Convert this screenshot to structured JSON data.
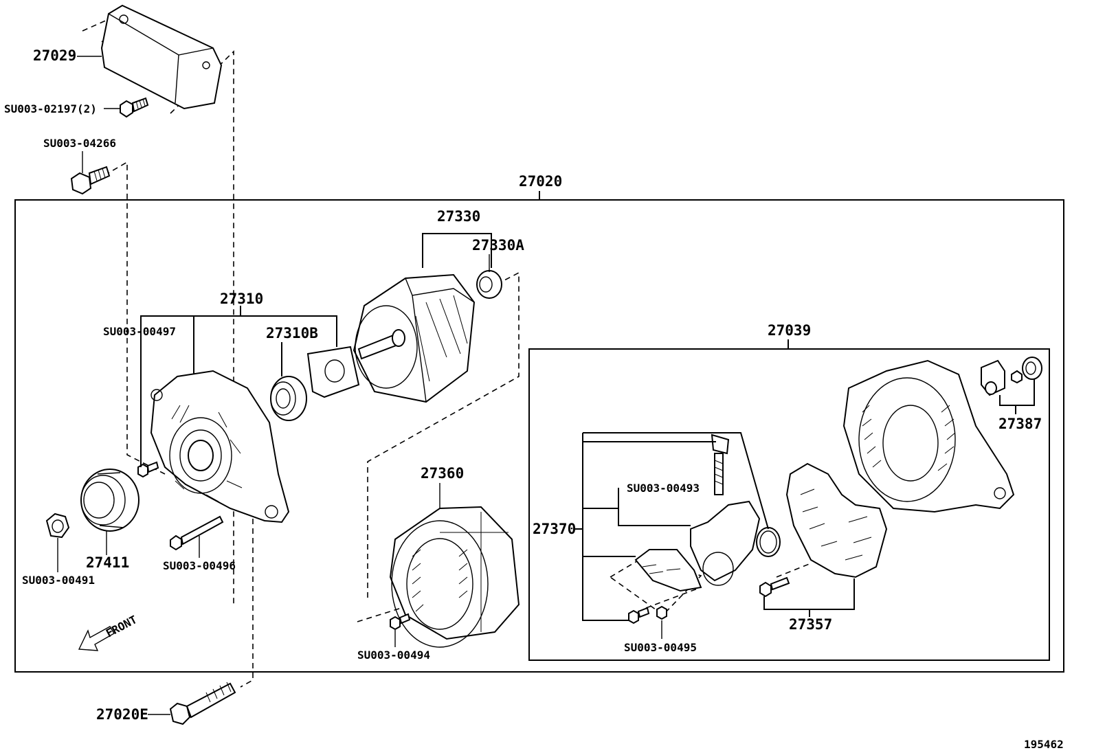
{
  "labels": {
    "p27029": "27029",
    "su02197": "SU003-02197(2)",
    "su04266": "SU003-04266",
    "p27020": "27020",
    "p27330": "27330",
    "p27330a": "27330A",
    "p27310": "27310",
    "su00497": "SU003-00497",
    "p27310b": "27310B",
    "p27039": "27039",
    "p27387": "27387",
    "p27360": "27360",
    "su00493": "SU003-00493",
    "p27370": "27370",
    "p27411": "27411",
    "su00496": "SU003-00496",
    "su00491": "SU003-00491",
    "front": "FRONT",
    "p27357": "27357",
    "su00494": "SU003-00494",
    "su00495": "SU003-00495",
    "p27020e": "27020E",
    "diagram_no": "195462"
  }
}
